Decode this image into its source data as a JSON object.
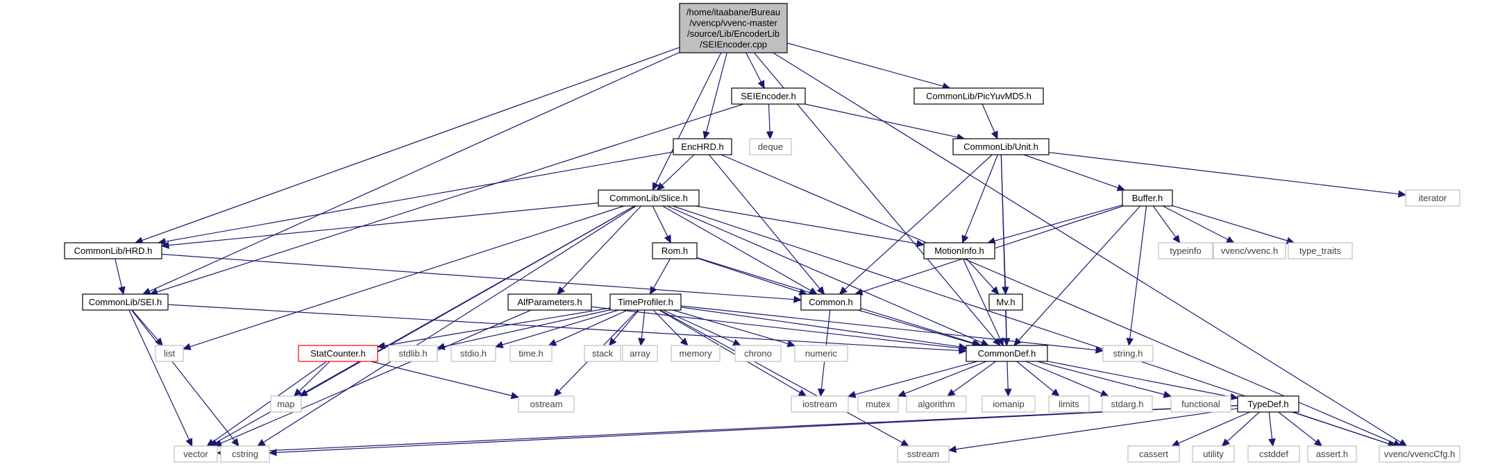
{
  "colors": {
    "edge": "#191970",
    "root_fill": "#bfbfbf",
    "system_border": "#bfbfbf",
    "highlight_border": "#ff0000",
    "project_border": "#000000"
  },
  "nodes": {
    "root": {
      "lines": [
        "/home/itaabane/Bureau",
        "/vvencp/vvenc-master",
        "/source/Lib/EncoderLib",
        "/SEIEncoder.cpp"
      ],
      "kind": "root"
    },
    "SEIEncoder_h": {
      "label": "SEIEncoder.h",
      "kind": "project"
    },
    "PicYuvMD5_h": {
      "label": "CommonLib/PicYuvMD5.h",
      "kind": "project"
    },
    "EncHRD_h": {
      "label": "EncHRD.h",
      "kind": "project"
    },
    "deque": {
      "label": "deque",
      "kind": "system"
    },
    "Unit_h": {
      "label": "CommonLib/Unit.h",
      "kind": "project"
    },
    "iterator": {
      "label": "iterator",
      "kind": "system"
    },
    "Slice_h": {
      "label": "CommonLib/Slice.h",
      "kind": "project"
    },
    "Buffer_h": {
      "label": "Buffer.h",
      "kind": "project"
    },
    "HRD_h": {
      "label": "CommonLib/HRD.h",
      "kind": "project"
    },
    "Rom_h": {
      "label": "Rom.h",
      "kind": "project"
    },
    "MotionInfo_h": {
      "label": "MotionInfo.h",
      "kind": "project"
    },
    "typeinfo": {
      "label": "typeinfo",
      "kind": "system"
    },
    "vvenc_h": {
      "label": "vvenc/vvenc.h",
      "kind": "system"
    },
    "type_traits": {
      "label": "type_traits",
      "kind": "system"
    },
    "SEI_h": {
      "label": "CommonLib/SEI.h",
      "kind": "project"
    },
    "AlfParameters_h": {
      "label": "AlfParameters.h",
      "kind": "project"
    },
    "TimeProfiler_h": {
      "label": "TimeProfiler.h",
      "kind": "project"
    },
    "Common_h": {
      "label": "Common.h",
      "kind": "project"
    },
    "Mv_h": {
      "label": "Mv.h",
      "kind": "project"
    },
    "list": {
      "label": "list",
      "kind": "system"
    },
    "StatCounter_h": {
      "label": "StatCounter.h",
      "kind": "highlight"
    },
    "stdlib_h": {
      "label": "stdlib.h",
      "kind": "system"
    },
    "stdio_h": {
      "label": "stdio.h",
      "kind": "system"
    },
    "time_h": {
      "label": "time.h",
      "kind": "system"
    },
    "stack": {
      "label": "stack",
      "kind": "system"
    },
    "array": {
      "label": "array",
      "kind": "system"
    },
    "memory": {
      "label": "memory",
      "kind": "system"
    },
    "chrono": {
      "label": "chrono",
      "kind": "system"
    },
    "numeric": {
      "label": "numeric",
      "kind": "system"
    },
    "CommonDef_h": {
      "label": "CommonDef.h",
      "kind": "project"
    },
    "string_h": {
      "label": "string.h",
      "kind": "system"
    },
    "map": {
      "label": "map",
      "kind": "system"
    },
    "ostream": {
      "label": "ostream",
      "kind": "system"
    },
    "iostream": {
      "label": "iostream",
      "kind": "system"
    },
    "mutex": {
      "label": "mutex",
      "kind": "system"
    },
    "algorithm": {
      "label": "algorithm",
      "kind": "system"
    },
    "iomanip": {
      "label": "iomanip",
      "kind": "system"
    },
    "limits": {
      "label": "limits",
      "kind": "system"
    },
    "stdarg_h": {
      "label": "stdarg.h",
      "kind": "system"
    },
    "functional": {
      "label": "functional",
      "kind": "system"
    },
    "TypeDef_h": {
      "label": "TypeDef.h",
      "kind": "project"
    },
    "vector": {
      "label": "vector",
      "kind": "system"
    },
    "cstring": {
      "label": "cstring",
      "kind": "system"
    },
    "sstream": {
      "label": "sstream",
      "kind": "system"
    },
    "cassert": {
      "label": "cassert",
      "kind": "system"
    },
    "utility": {
      "label": "utility",
      "kind": "system"
    },
    "cstddef": {
      "label": "cstddef",
      "kind": "system"
    },
    "assert_h": {
      "label": "assert.h",
      "kind": "system"
    },
    "vvencCfg_h": {
      "label": "vvenc/vvencCfg.h",
      "kind": "system"
    }
  },
  "edges": [
    [
      "root",
      "SEIEncoder_h"
    ],
    [
      "root",
      "PicYuvMD5_h"
    ],
    [
      "root",
      "EncHRD_h"
    ],
    [
      "root",
      "Slice_h"
    ],
    [
      "root",
      "HRD_h"
    ],
    [
      "root",
      "SEI_h"
    ],
    [
      "root",
      "CommonDef_h"
    ],
    [
      "root",
      "vvencCfg_h"
    ],
    [
      "SEIEncoder_h",
      "deque"
    ],
    [
      "SEIEncoder_h",
      "Unit_h"
    ],
    [
      "SEIEncoder_h",
      "SEI_h"
    ],
    [
      "PicYuvMD5_h",
      "Unit_h"
    ],
    [
      "EncHRD_h",
      "Slice_h"
    ],
    [
      "EncHRD_h",
      "HRD_h"
    ],
    [
      "EncHRD_h",
      "Common_h"
    ],
    [
      "EncHRD_h",
      "vvencCfg_h"
    ],
    [
      "Unit_h",
      "iterator"
    ],
    [
      "Unit_h",
      "Buffer_h"
    ],
    [
      "Unit_h",
      "MotionInfo_h"
    ],
    [
      "Unit_h",
      "Mv_h"
    ],
    [
      "Unit_h",
      "Common_h"
    ],
    [
      "Unit_h",
      "CommonDef_h"
    ],
    [
      "Slice_h",
      "HRD_h"
    ],
    [
      "Slice_h",
      "Rom_h"
    ],
    [
      "Slice_h",
      "MotionInfo_h"
    ],
    [
      "Slice_h",
      "AlfParameters_h"
    ],
    [
      "Slice_h",
      "Common_h"
    ],
    [
      "Slice_h",
      "CommonDef_h"
    ],
    [
      "Slice_h",
      "list"
    ],
    [
      "Slice_h",
      "map"
    ],
    [
      "Slice_h",
      "vector"
    ],
    [
      "Slice_h",
      "cstring"
    ],
    [
      "Slice_h",
      "vvencCfg_h"
    ],
    [
      "Buffer_h",
      "typeinfo"
    ],
    [
      "Buffer_h",
      "vvenc_h"
    ],
    [
      "Buffer_h",
      "type_traits"
    ],
    [
      "Buffer_h",
      "MotionInfo_h"
    ],
    [
      "Buffer_h",
      "Common_h"
    ],
    [
      "Buffer_h",
      "CommonDef_h"
    ],
    [
      "Buffer_h",
      "string_h"
    ],
    [
      "HRD_h",
      "SEI_h"
    ],
    [
      "HRD_h",
      "Common_h"
    ],
    [
      "Rom_h",
      "TimeProfiler_h"
    ],
    [
      "Rom_h",
      "Common_h"
    ],
    [
      "Rom_h",
      "CommonDef_h"
    ],
    [
      "MotionInfo_h",
      "Mv_h"
    ],
    [
      "MotionInfo_h",
      "CommonDef_h"
    ],
    [
      "SEI_h",
      "list"
    ],
    [
      "SEI_h",
      "vector"
    ],
    [
      "SEI_h",
      "cstring"
    ],
    [
      "SEI_h",
      "CommonDef_h"
    ],
    [
      "AlfParameters_h",
      "CommonDef_h"
    ],
    [
      "AlfParameters_h",
      "vector"
    ],
    [
      "TimeProfiler_h",
      "StatCounter_h"
    ],
    [
      "TimeProfiler_h",
      "stdlib_h"
    ],
    [
      "TimeProfiler_h",
      "stdio_h"
    ],
    [
      "TimeProfiler_h",
      "time_h"
    ],
    [
      "TimeProfiler_h",
      "stack"
    ],
    [
      "TimeProfiler_h",
      "array"
    ],
    [
      "TimeProfiler_h",
      "memory"
    ],
    [
      "TimeProfiler_h",
      "chrono"
    ],
    [
      "TimeProfiler_h",
      "numeric"
    ],
    [
      "TimeProfiler_h",
      "CommonDef_h"
    ],
    [
      "TimeProfiler_h",
      "ostream"
    ],
    [
      "TimeProfiler_h",
      "iostream"
    ],
    [
      "TimeProfiler_h",
      "sstream"
    ],
    [
      "TimeProfiler_h",
      "string_h"
    ],
    [
      "Common_h",
      "CommonDef_h"
    ],
    [
      "Common_h",
      "iostream"
    ],
    [
      "Mv_h",
      "CommonDef_h"
    ],
    [
      "StatCounter_h",
      "map"
    ],
    [
      "StatCounter_h",
      "ostream"
    ],
    [
      "StatCounter_h",
      "vector"
    ],
    [
      "CommonDef_h",
      "iostream"
    ],
    [
      "CommonDef_h",
      "mutex"
    ],
    [
      "CommonDef_h",
      "algorithm"
    ],
    [
      "CommonDef_h",
      "iomanip"
    ],
    [
      "CommonDef_h",
      "limits"
    ],
    [
      "CommonDef_h",
      "stdarg_h"
    ],
    [
      "CommonDef_h",
      "functional"
    ],
    [
      "CommonDef_h",
      "TypeDef_h"
    ],
    [
      "TypeDef_h",
      "vector"
    ],
    [
      "TypeDef_h",
      "cstring"
    ],
    [
      "TypeDef_h",
      "sstream"
    ],
    [
      "TypeDef_h",
      "cassert"
    ],
    [
      "TypeDef_h",
      "utility"
    ],
    [
      "TypeDef_h",
      "cstddef"
    ],
    [
      "TypeDef_h",
      "assert_h"
    ],
    [
      "TypeDef_h",
      "vvencCfg_h"
    ]
  ]
}
